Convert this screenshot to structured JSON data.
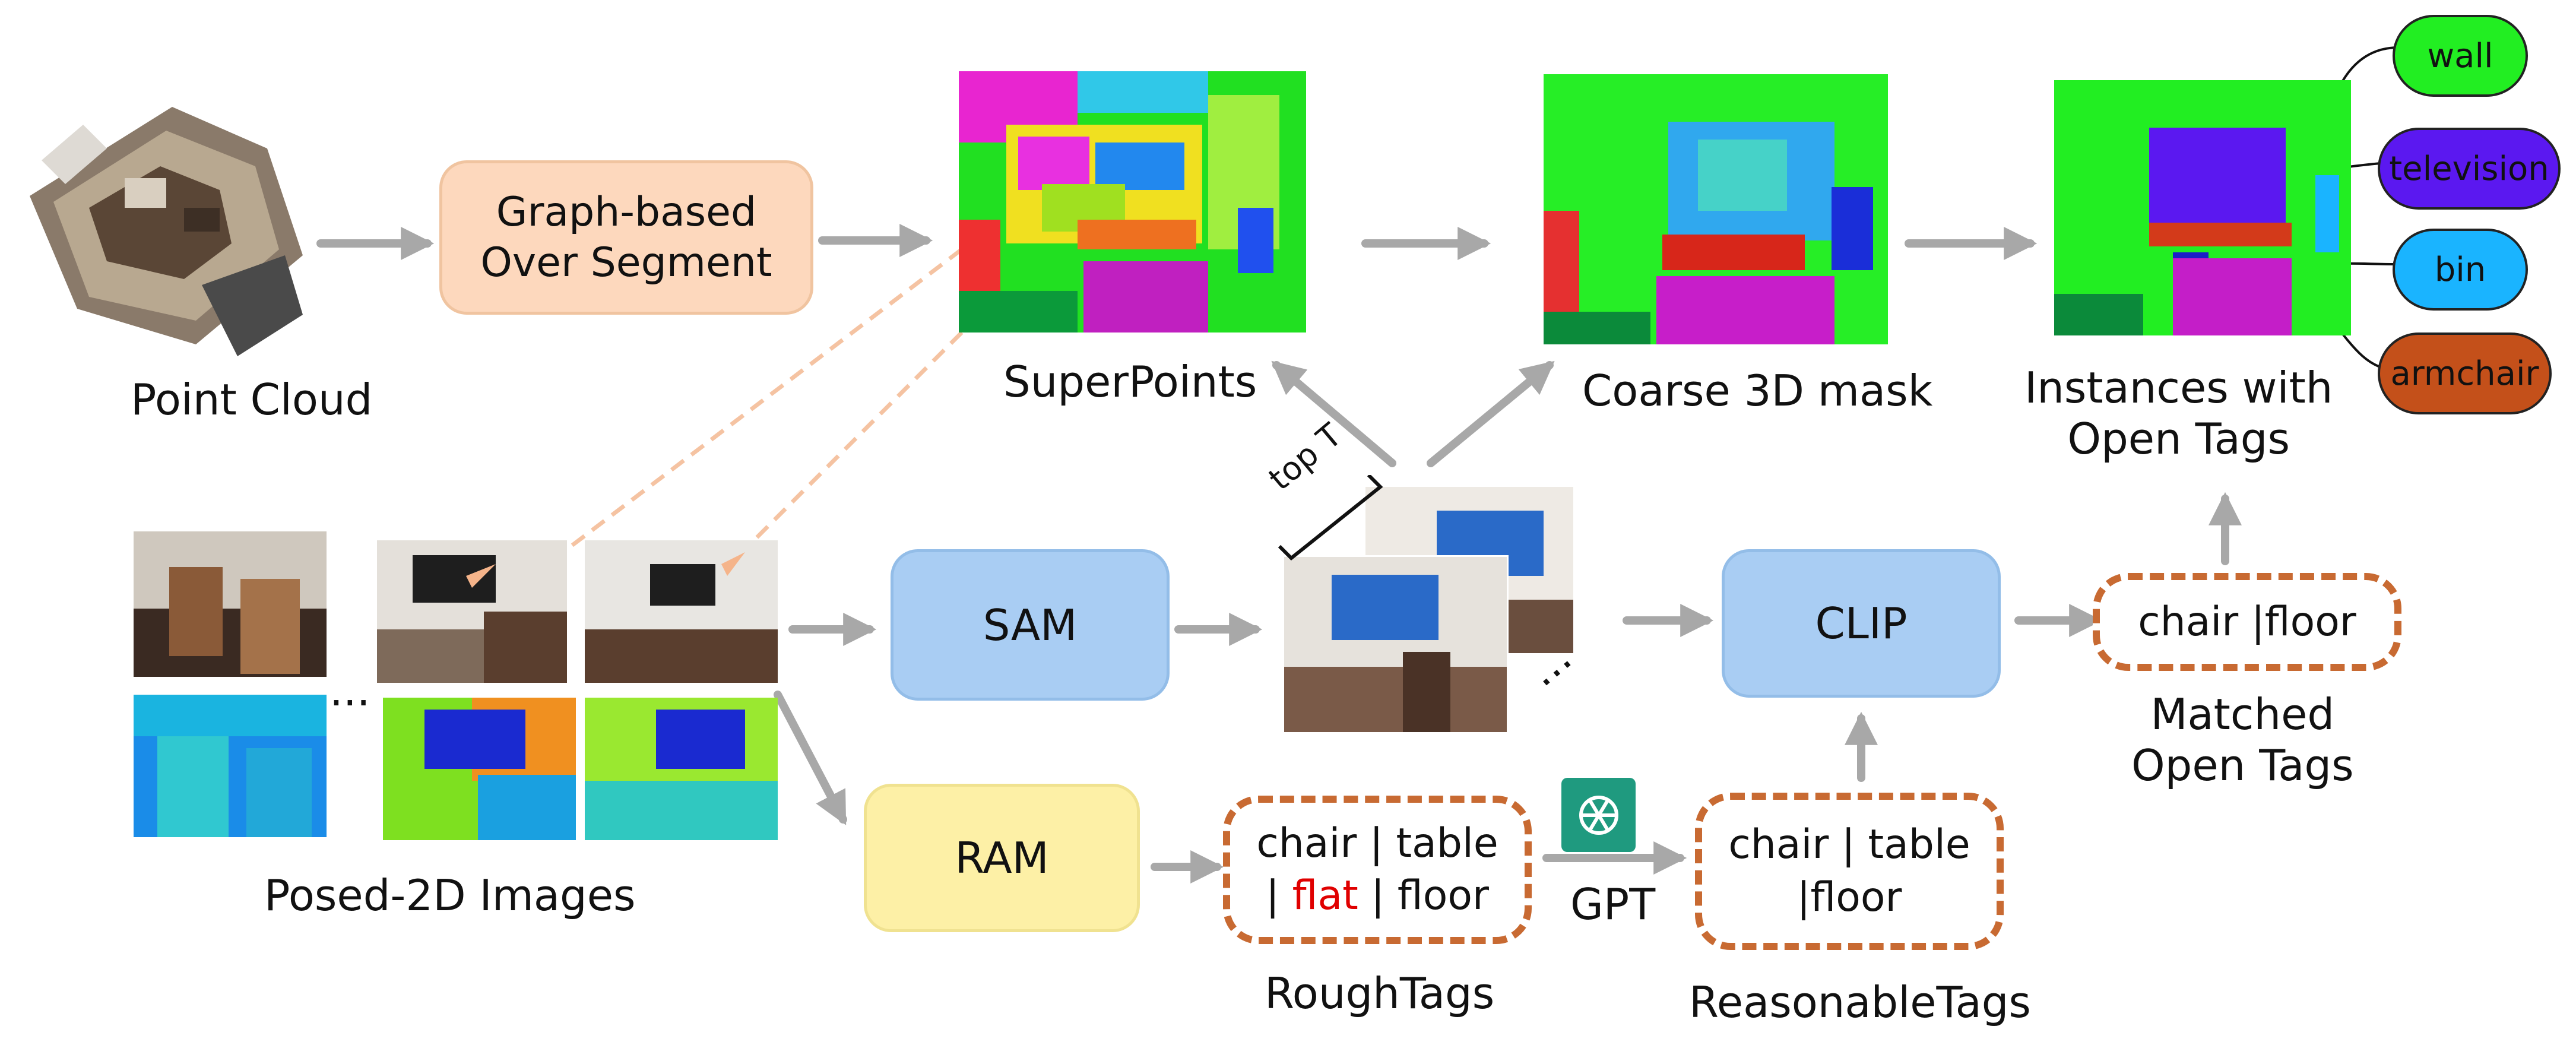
{
  "nodes": {
    "point_cloud_label": "Point Cloud",
    "graph_seg": [
      "Graph-based",
      "Over Segment"
    ],
    "superpoints_label": "SuperPoints",
    "coarse_label": "Coarse 3D mask",
    "instances_label": [
      "Instances with",
      "Open Tags"
    ],
    "posed_label": "Posed-2D Images",
    "sam": "SAM",
    "ram": "RAM",
    "clip": "CLIP",
    "top_t": "top T",
    "gpt": "GPT",
    "ellipsis_images": "...",
    "ellipsis_masks": "..."
  },
  "rough_tags": {
    "line1": "chair | table",
    "line2_prefix": "| ",
    "line2_flat": "flat",
    "line2_suffix": " | floor",
    "label": "RoughTags"
  },
  "reasonable_tags": {
    "line1": "chair | table",
    "line2": "|floor",
    "label": "ReasonableTags"
  },
  "matched_tags": {
    "text": "chair |floor",
    "label": [
      "Matched",
      "Open Tags"
    ]
  },
  "open_tags": [
    {
      "text": "wall",
      "color": "#22ee22"
    },
    {
      "text": "television",
      "color": "#5b18f0"
    },
    {
      "text": "bin",
      "color": "#1ab4ff"
    },
    {
      "text": "armchair",
      "color": "#c4501a"
    }
  ],
  "colors": {
    "seg_box": "#fdd8bd",
    "model_box": "#a9cdf3",
    "ram_box": "#fdf0a6",
    "dashed": "#c86a32",
    "arrow": "#a8a8a8",
    "flat_word": "#e00000"
  }
}
